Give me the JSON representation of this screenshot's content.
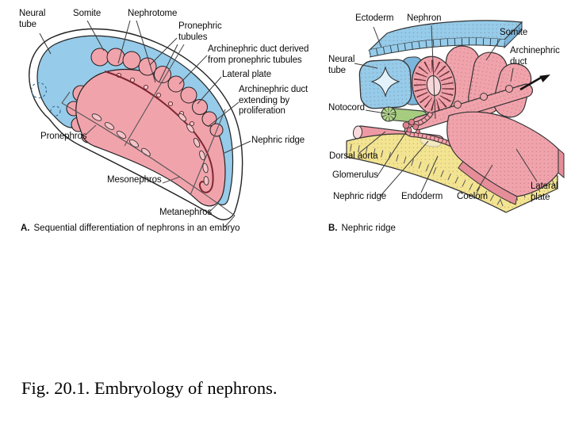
{
  "figure": {
    "caption": "Fig. 20.1. Embryology of nephrons."
  },
  "panelA": {
    "letter": "A.",
    "title": "Sequential differentiation of nephrons in an embryo",
    "labels": {
      "neural_tube": "Neural\ntube",
      "somite": "Somite",
      "nephrotome": "Nephrotome",
      "pronephric_tubules": "Pronephric\ntubules",
      "archinephric_duct_derived": "Archinephric duct derived\nfrom pronephric tubules",
      "lateral_plate": "Lateral plate",
      "archinephric_duct_extending": "Archinephric duct\nextending by\nproliferation",
      "nephric_ridge": "Nephric ridge",
      "pronephros": "Pronephros",
      "mesonephros": "Mesonephros",
      "metanephros": "Metanephros"
    }
  },
  "panelB": {
    "letter": "B.",
    "title": "Nephric ridge",
    "labels": {
      "ectoderm": "Ectoderm",
      "nephron": "Nephron",
      "somite": "Somite",
      "archinephric_duct": "Archinephric\nduct",
      "neural_tube": "Neural\ntube",
      "notocord": "Notocord",
      "dorsal_aorta": "Dorsal aorta",
      "glomerulus": "Glomerulus",
      "nephric_ridge": "Nephric ridge",
      "endoderm": "Endoderm",
      "coelom": "Coelom",
      "lateral_plate": "Lateral\nplate"
    }
  },
  "colors": {
    "blue": "#96cbe9",
    "blue_dark": "#7cb6dc",
    "pink": "#f1a3ac",
    "pink_light": "#f7d7da",
    "green": "#a6cc80",
    "yellow": "#f3e492",
    "outline": "#222222",
    "background": "#ffffff"
  }
}
